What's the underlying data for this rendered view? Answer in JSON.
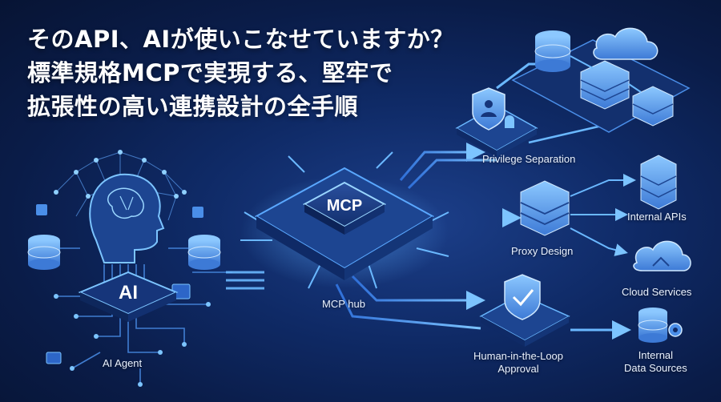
{
  "headline": {
    "line1": "そのAPI、AIが使いこなせていますか？",
    "line2": "標準規格MCPで実現する、堅牢で",
    "line3": "拡張性の高い連携設計の全手順"
  },
  "nodes": {
    "ai_badge": "AI",
    "ai_agent": "AI Agent",
    "mcp_chip": "MCP",
    "mcp_hub": "MCP hub",
    "privilege_separation": "Privilege Separation",
    "proxy_design": "Proxy Design",
    "internal_apis": "Internal APIs",
    "cloud_services": "Cloud Services",
    "hitl_line1": "Human-in-the-Loop",
    "hitl_line2": "Approval",
    "internal_data_line1": "Internal",
    "internal_data_line2": "Data Sources"
  },
  "colors": {
    "background": "#0a1c48",
    "accent": "#4aa8ff",
    "flow_arrow": "#5ab4ff",
    "text": "#ffffff"
  },
  "icons": [
    "brain-head-icon",
    "database-icon",
    "chip-icon",
    "shield-user-icon",
    "shield-check-icon",
    "server-stack-icon",
    "cloud-icon",
    "gear-icon"
  ]
}
